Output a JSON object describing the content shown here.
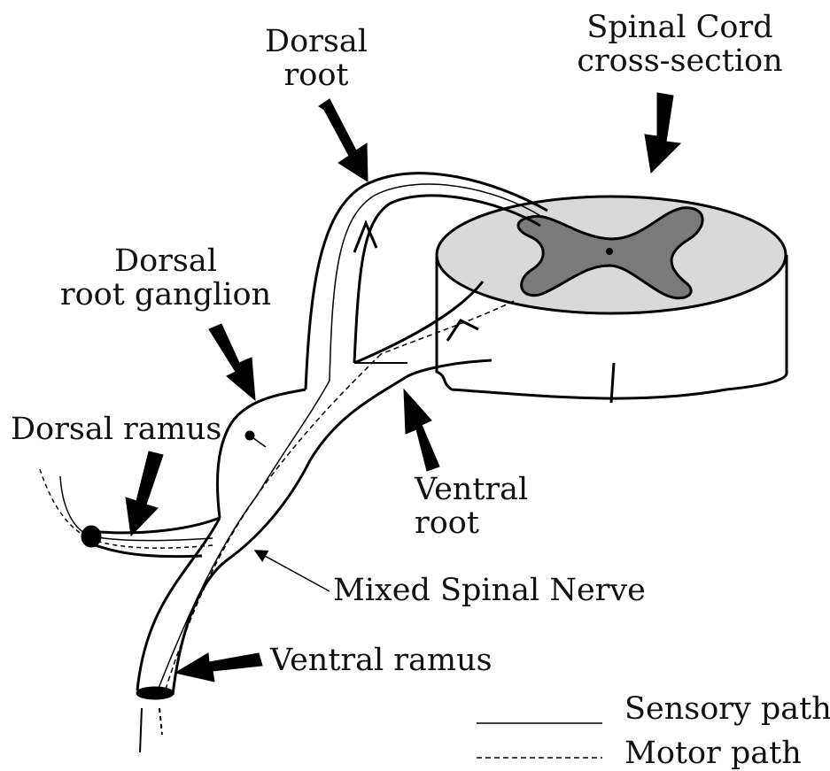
{
  "labels": {
    "dorsal_root": [
      "Dorsal",
      "root"
    ],
    "spinal_cord": [
      "Spinal Cord",
      "cross-section"
    ],
    "dorsal_root_ganglion": [
      "Dorsal",
      "root ganglion"
    ],
    "dorsal_ramus": "Dorsal ramus",
    "ventral_root": [
      "Ventral",
      "root"
    ],
    "mixed_spinal_nerve": "Mixed Spinal Nerve",
    "ventral_ramus": "Ventral ramus"
  },
  "legend": {
    "sensory": "Sensory path",
    "motor": "Motor path"
  },
  "colors": {
    "cord_fill": "#d9d9d9",
    "gray_matter": "#7a7a7a",
    "stroke": "#000000"
  }
}
